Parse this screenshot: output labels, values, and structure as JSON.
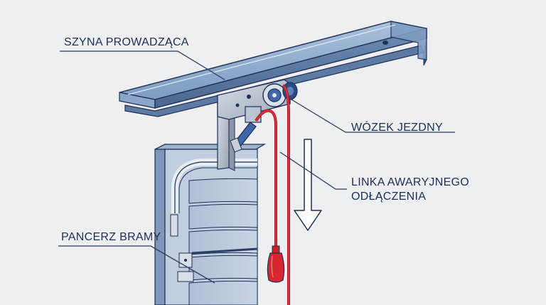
{
  "labels": {
    "guide_rail": "SZYNA PROWADZĄCA",
    "trolley": "WÓZEK JEZDNY",
    "release_cable_line1": "LINKA AWARYJNEGO",
    "release_cable_line2": "ODŁĄCZENIA",
    "door_curtain": "PANCERZ BRAMY"
  },
  "colors": {
    "background": "#eeeff1",
    "steel": "#6f8fb4",
    "steel_dark": "#2c3f68",
    "outline": "#1f2f55",
    "cable_red": "#d8262e",
    "callout_line": "#2a3a60",
    "panel": "#b9c7da"
  }
}
